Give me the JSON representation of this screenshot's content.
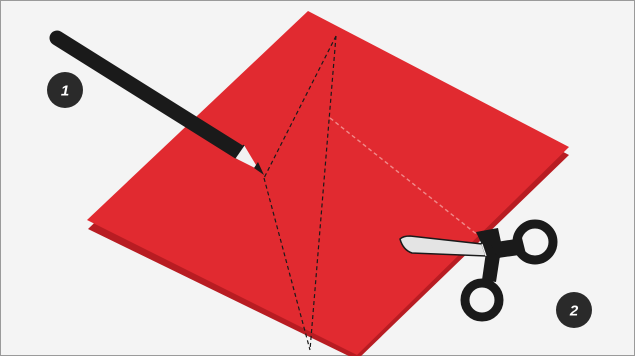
{
  "steps": [
    {
      "number": "1",
      "tool": "pencil-icon",
      "action": "draw"
    },
    {
      "number": "2",
      "tool": "scissors-icon",
      "action": "cut"
    }
  ],
  "colors": {
    "background": "#f4f4f4",
    "frame_border": "#9a9a9a",
    "paper_front": "#e12a30",
    "paper_back": "#b81c22",
    "fold_line": "#1a1a1a",
    "cut_line": "#f08a8a",
    "badge": "#2a2a2a",
    "badge_text": "#ffffff",
    "tool_black": "#1a1a1a",
    "blade_silver": "#e4e4e4"
  }
}
